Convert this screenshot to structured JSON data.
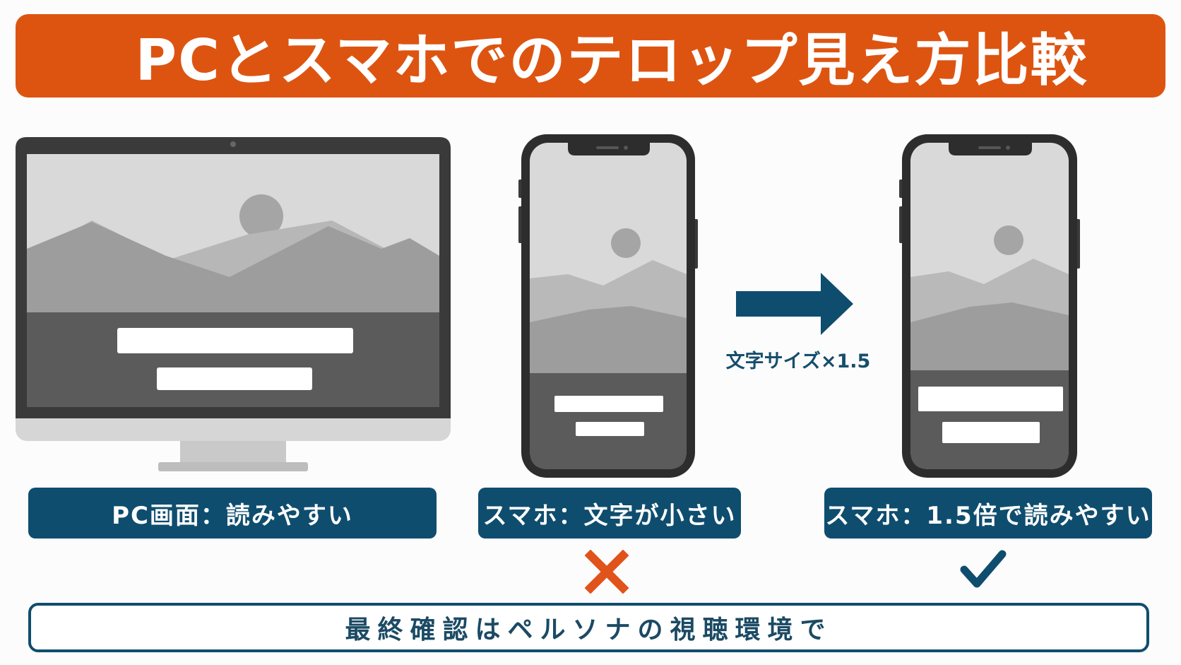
{
  "title": "PCとスマホでのテロップ見え方比較",
  "devices": {
    "pc": {
      "label": "PC画面：読みやすい"
    },
    "phone_small": {
      "label": "スマホ：文字が小さい",
      "verdict_icon": "cross-mark"
    },
    "phone_large": {
      "label": "スマホ：1.5倍で読みやすい",
      "verdict_icon": "check-mark"
    }
  },
  "arrow": {
    "caption": "文字サイズ×1.5",
    "icon": "right-arrow"
  },
  "footer": {
    "text": "最終確認はペルソナの視聴環境で"
  },
  "colors": {
    "title_bg": "#dd5411",
    "label_bg": "#0f4d6e",
    "cross": "#e0531a",
    "check": "#0f4d6e"
  }
}
